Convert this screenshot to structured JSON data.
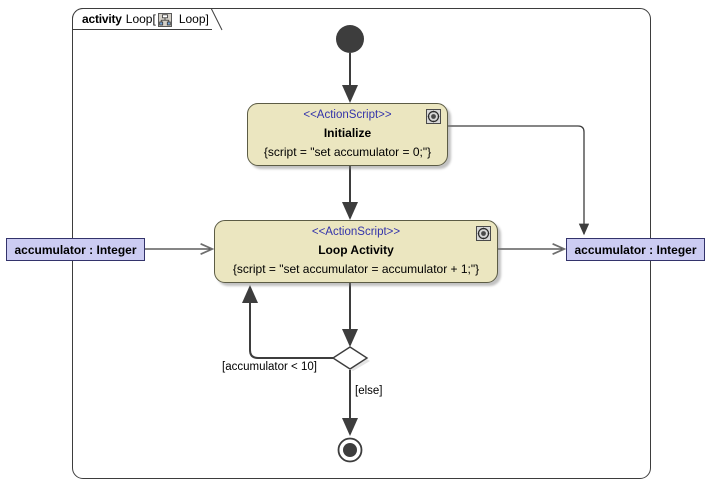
{
  "diagram": {
    "kind": "uml-activity-diagram",
    "frame": {
      "keyword": "activity",
      "name": "Loop",
      "bracket_open": "[",
      "bracket_close": "]",
      "inner_label": "Loop",
      "icon": "activity-diagram-icon"
    },
    "colors": {
      "action_fill": "#ebe6c0",
      "action_border": "#5c5c45",
      "pin_fill": "#ccccf2",
      "pin_border": "#33336b",
      "stereotype_text": "#3333aa",
      "frame_border": "#3d3d3d",
      "edge": "#3d3d3d",
      "canvas": "#ffffff"
    },
    "nodes": {
      "initial": {
        "name": "initial-node",
        "shape": "filled-circle"
      },
      "final": {
        "name": "activity-final-node",
        "shape": "bullseye"
      },
      "decision": {
        "name": "decision-node",
        "shape": "diamond"
      },
      "initialize": {
        "stereotype": "<<ActionScript>>",
        "title": "Initialize",
        "script": "{script = \"set accumulator = 0;\"}",
        "icon": "action-script-icon"
      },
      "loop_activity": {
        "stereotype": "<<ActionScript>>",
        "title": "Loop Activity",
        "script": "{script = \"set accumulator = accumulator + 1;\"}",
        "icon": "action-script-icon"
      }
    },
    "pins": {
      "input": "accumulator : Integer",
      "output": "accumulator : Integer"
    },
    "guards": {
      "loop_back": "[accumulator < 10]",
      "else": "[else]"
    }
  }
}
